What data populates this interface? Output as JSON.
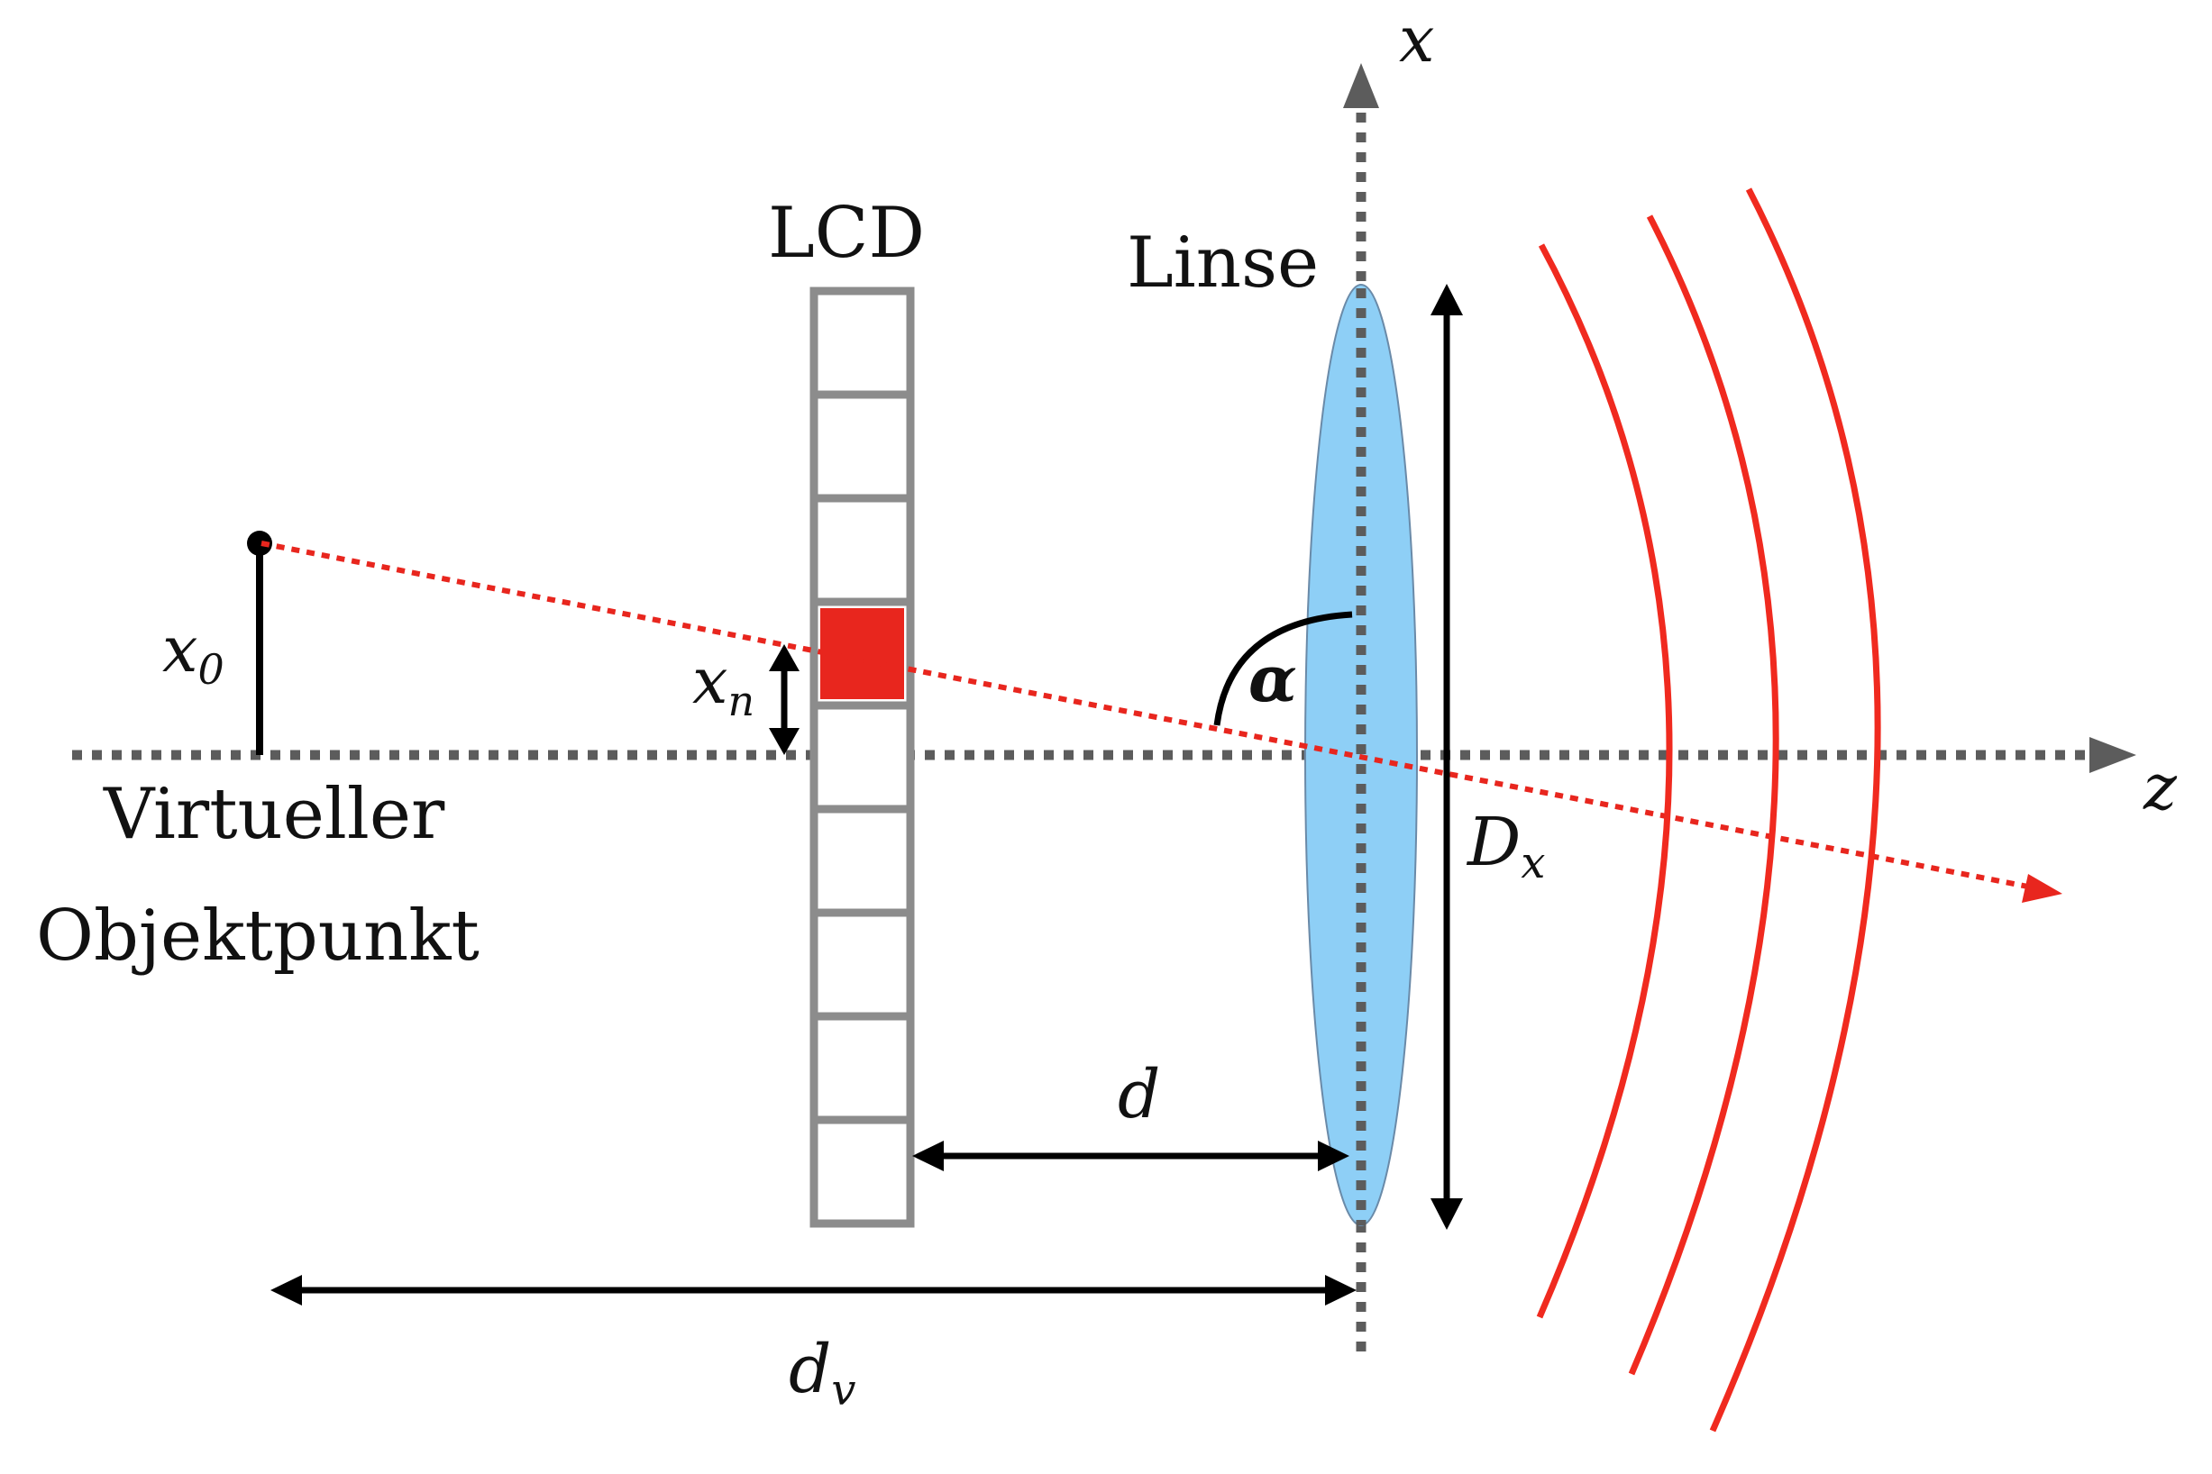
{
  "labels": {
    "lcd": "LCD",
    "lens": "Linse",
    "object_line1": "Virtueller",
    "object_line2": "Objektpunkt"
  },
  "symbols": {
    "x_axis": "x",
    "z_axis": "z",
    "x0_base": "x",
    "x0_sub": "0",
    "xn_base": "x",
    "xn_sub": "n",
    "alpha": "α",
    "Dx_base": "D",
    "Dx_sub": "x",
    "d": "d",
    "dv_base": "d",
    "dv_sub": "v"
  },
  "lcd": {
    "pixel_count": 9,
    "highlighted_pixel": 4
  },
  "wavefronts": {
    "count": 3
  },
  "colors": {
    "axis": "#5c5c5c",
    "lcd_frame": "#8c8c8c",
    "highlight": "#e8261e",
    "lens_fill": "#8ecff6",
    "ray": "#e8261e",
    "wavefront": "#f02a1f",
    "dimension": "#000000"
  },
  "icons": {
    "object_point": "filled-dot",
    "axis_arrowheads": "triangle-arrow"
  }
}
